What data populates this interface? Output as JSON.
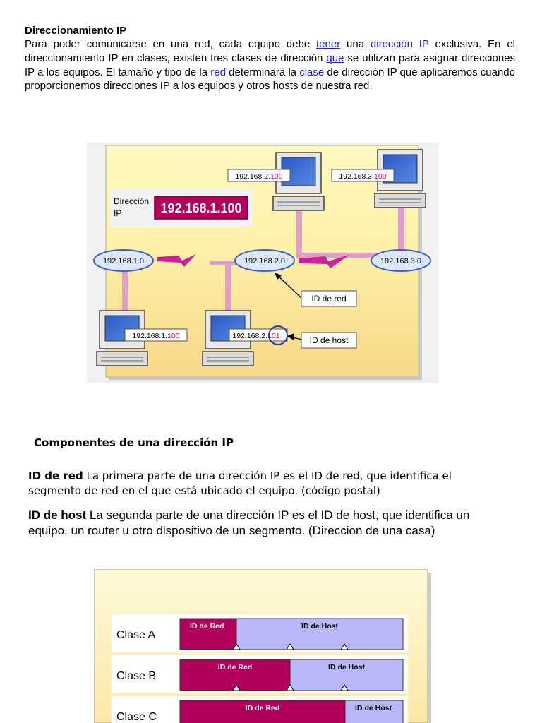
{
  "section1": {
    "title": "Direccionamiento IP",
    "p_a": "Para poder comunicarse en una red, cada equipo debe ",
    "link_tener": "tener",
    "p_b": " una ",
    "link_direccion": "dirección IP",
    "p_c": " exclusiva. En el direccionamiento IP en clases, existen tres clases de dirección ",
    "link_que": "que",
    "p_d": " se utilizan para asignar direcciones IP a los equipos. El tamaño y tipo de la ",
    "link_red": "red",
    "p_e": " determinará la ",
    "link_clase": "clase",
    "p_f": " de dirección IP que aplicaremos cuando proporcionemos direcciones IP a los equipos y otros hosts de nuestra red."
  },
  "diagram1": {
    "addr_label_1": "Dirección",
    "addr_label_2": "IP",
    "addr_value": "192.168.1.100",
    "net1": "192.168.1.0",
    "net2": "192.168.2.0",
    "net3": "192.168.3.0",
    "pc_top1_prefix": "192.168.2.",
    "pc_top1_host": "100",
    "pc_top2_prefix": "192.168.3.",
    "pc_top2_host": "100",
    "pc_bot1_prefix": "192.168.1.",
    "pc_bot1_host": "100",
    "pc_bot2_prefix": "192.168.2.",
    "pc_bot2_host": "101",
    "callout_red": "ID de red",
    "callout_host": "ID de host",
    "colors": {
      "magenta": "#b4005a",
      "pink": "#e0a0c8",
      "blue_ring": "#2040c0",
      "bg_yellow": "#fdf3b0"
    }
  },
  "section2": {
    "title": "Componentes de una dirección IP",
    "red_term": "ID de red",
    "red_text": " La primera parte de una dirección IP es el ID de red, que identifica el segmento de red en el que está ubicado el equipo. (código postal)",
    "host_term": "ID de host",
    "host_text": " La segunda parte de una dirección IP es el ID de host, que identifica un equipo, un router u otro dispositivo de un segmento. (Direccion de una casa)"
  },
  "diagram2": {
    "rows": [
      {
        "label": "Clase A",
        "red": "ID de Red",
        "host": "ID de Host"
      },
      {
        "label": "Clase B",
        "red": "ID de Red",
        "host": "ID de Host"
      },
      {
        "label": "Clase C",
        "red": "ID de Red",
        "host": "ID de Host"
      }
    ],
    "colors": {
      "red": "#b0005a",
      "host": "#b8b8f8"
    }
  }
}
